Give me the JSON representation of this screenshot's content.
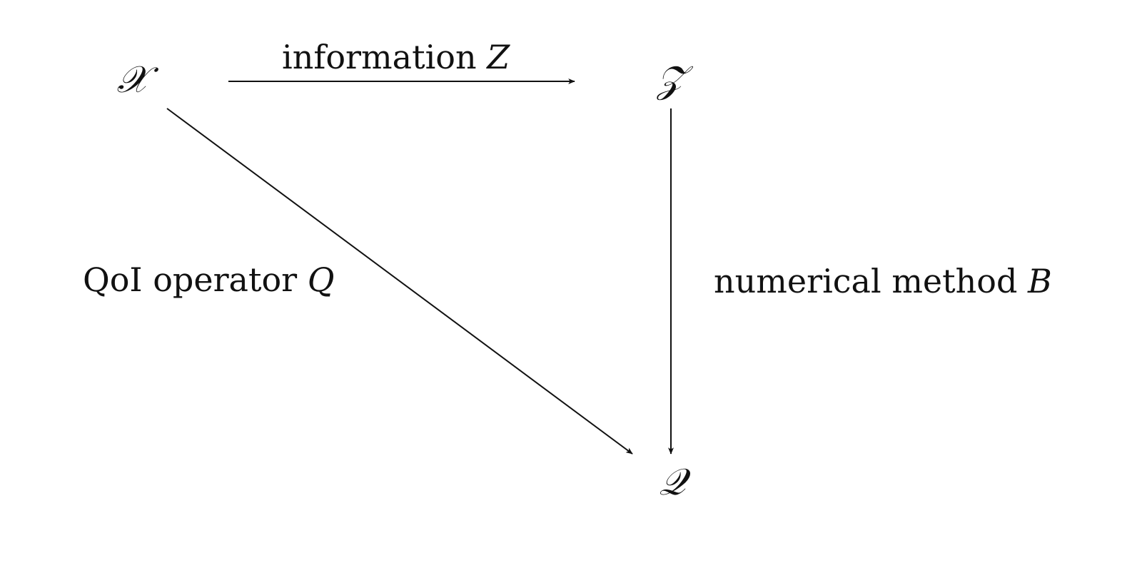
{
  "nodes": {
    "x_space": "𝒳",
    "z_space": "𝒵",
    "q_space": "𝒬"
  },
  "edges": {
    "information": {
      "text": "information",
      "symbol": "Z"
    },
    "qoi_operator": {
      "text": "QoI operator",
      "symbol": "Q"
    },
    "numerical_method": {
      "text": "numerical method",
      "symbol": "B"
    }
  },
  "colors": {
    "stroke": "#111111",
    "background": "#ffffff"
  }
}
